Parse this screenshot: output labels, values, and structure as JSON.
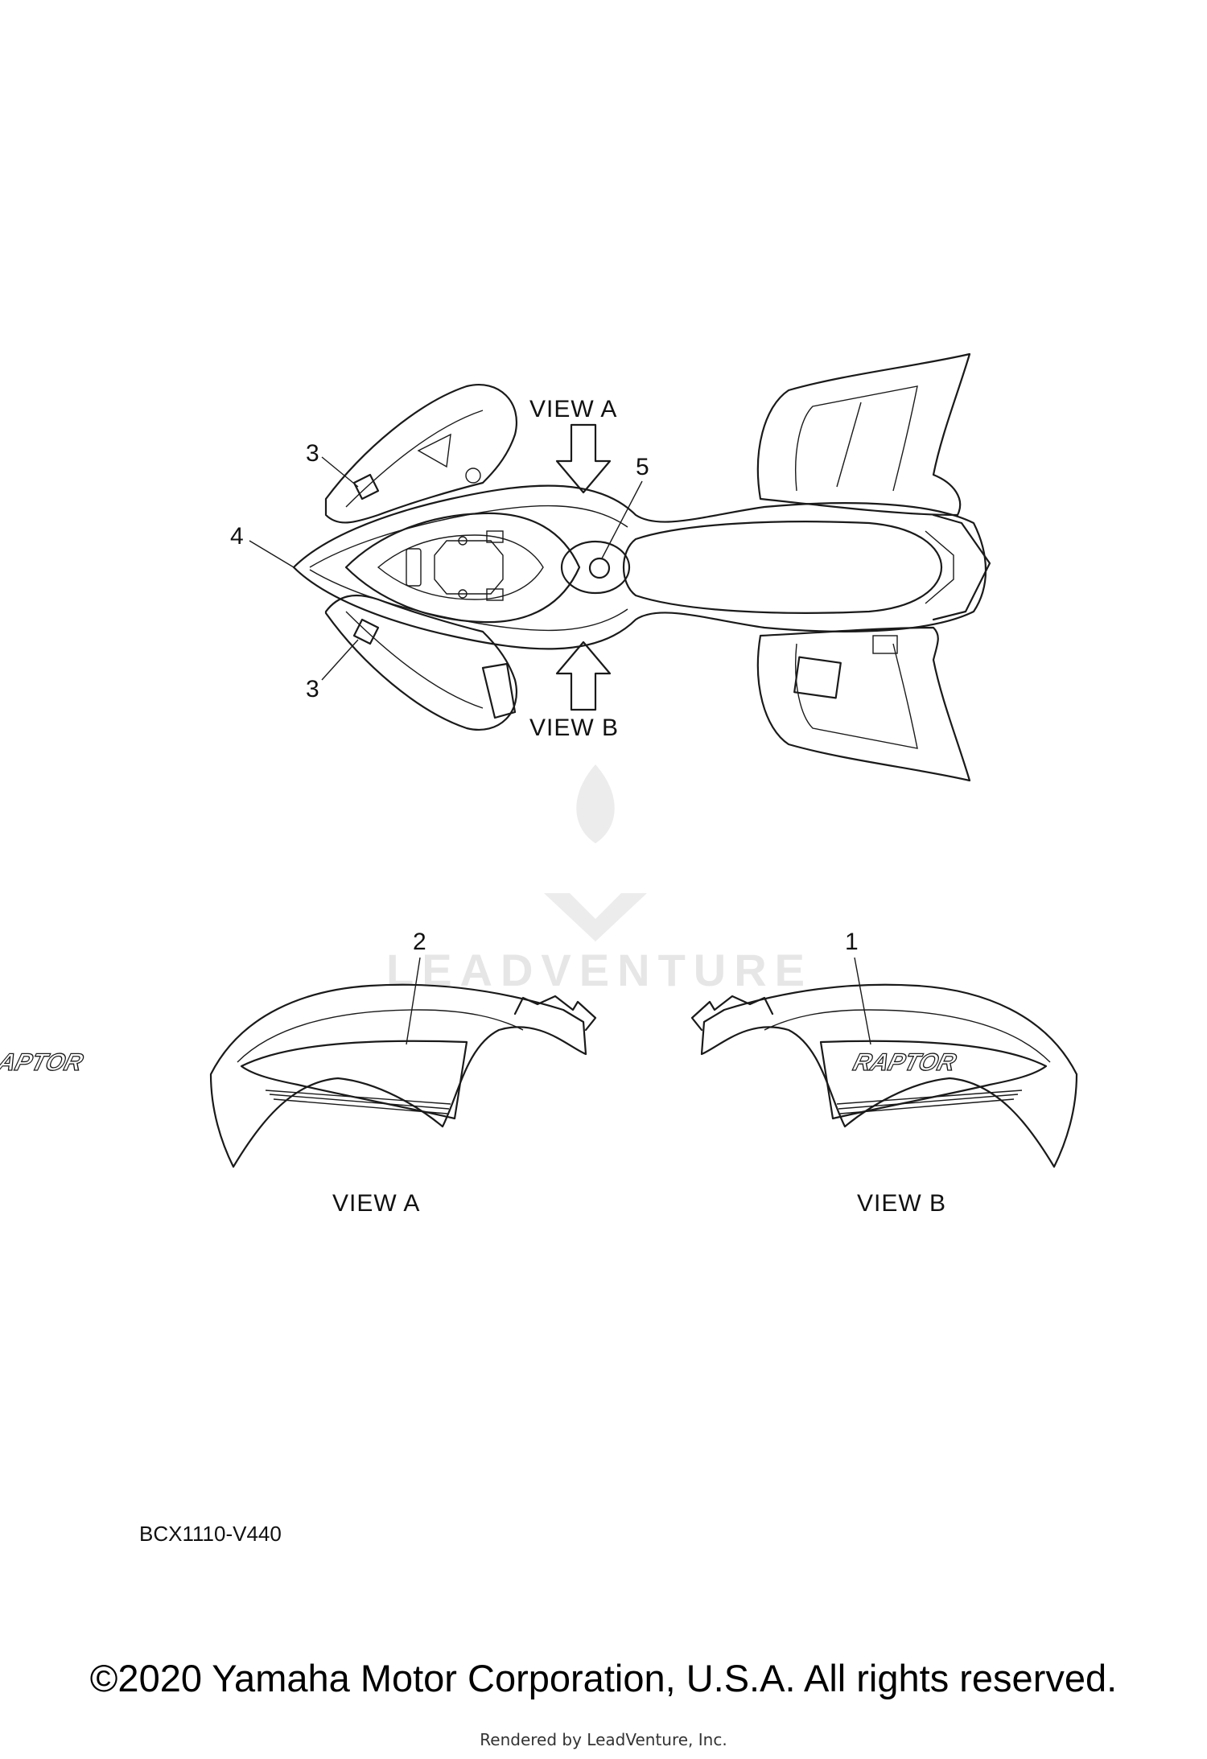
{
  "callouts": {
    "c1": "1",
    "c2": "2",
    "c3_top": "3",
    "c3_bottom": "3",
    "c4": "4",
    "c5": "5"
  },
  "views": {
    "top_arrow_a": "VIEW A",
    "top_arrow_b": "VIEW B",
    "caption_a": "VIEW A",
    "caption_b": "VIEW B"
  },
  "decal_text": {
    "left": "RAPTOR",
    "right": "RAPTOR"
  },
  "part_code": "BCX1110-V440",
  "watermark": "LEADVENTURE",
  "footer": {
    "copyright": "©2020 Yamaha Motor Corporation, U.S.A. All rights reserved.",
    "rendered_by": "Rendered by LeadVenture, Inc."
  }
}
